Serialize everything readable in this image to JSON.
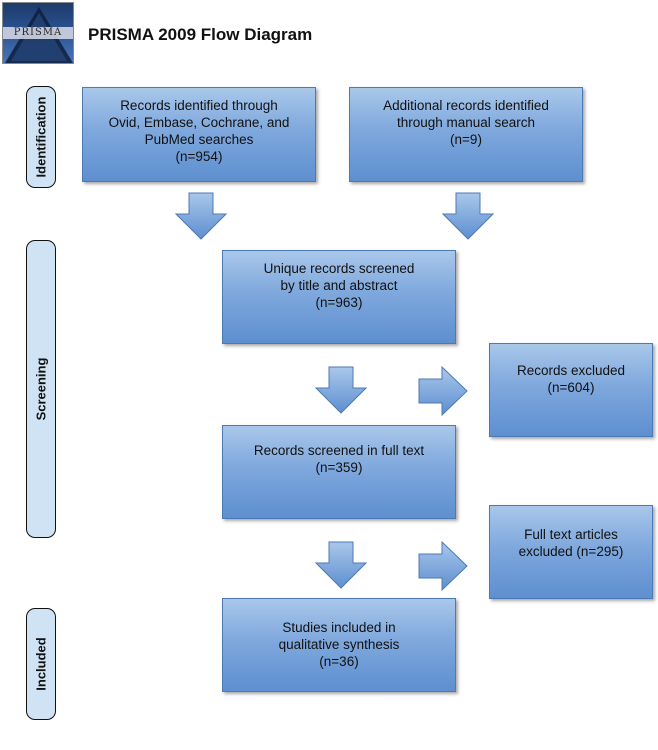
{
  "header": {
    "logo_text": "PRISMA",
    "title": "PRISMA 2009 Flow Diagram"
  },
  "phases": {
    "identification": "Identification",
    "screening": "Screening",
    "included": "Included"
  },
  "boxes": {
    "database_records": "Records identified through\nOvid, Embase, Cochrane, and\nPubMed searches\n(n=954)",
    "manual_records": "Additional records identified\nthrough manual search\n(n=9)",
    "unique_records": "Unique records screened\nby title and abstract\n(n=963)",
    "records_excluded": "Records excluded\n(n=604)",
    "full_text_screened": "Records screened in full text\n(n=359)",
    "full_text_excluded": "Full text articles\nexcluded (n=295)",
    "studies_included": "Studies included in\nqualitative synthesis\n(n=36)"
  },
  "colors": {
    "box_fill": "#7fa8dd",
    "phase_fill": "#cfe3f5",
    "arrow_fill": "#7fa8dd"
  },
  "icons": {
    "down_arrow": "down-arrow-icon",
    "right_arrow": "right-arrow-icon"
  }
}
